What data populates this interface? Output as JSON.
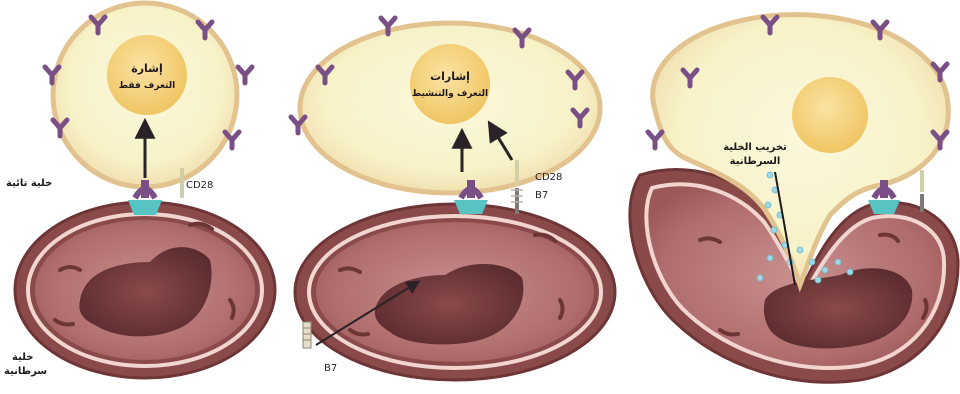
{
  "panels": [
    {
      "nucleus_text": [
        "إشارة",
        "التعرف فقط"
      ],
      "labels": {
        "cd28": "CD28",
        "t_cell": "خلية تائية",
        "cancer_cell": [
          "خلية",
          "سرطانية"
        ]
      }
    },
    {
      "nucleus_text": [
        "إشارات",
        "التعرف والتنشيط"
      ],
      "labels": {
        "cd28": "CD28",
        "b7_membrane": "B7",
        "b7_free": "B7"
      }
    },
    {
      "labels": {
        "destroy": [
          "تخريب الخلية",
          "السرطانية"
        ]
      }
    }
  ],
  "colors": {
    "t_cell_fill": "#f7f2c8",
    "t_cell_rim": "#e6c796",
    "nucleus": "#f5cf72",
    "receptor": "#7a4f86",
    "cancer_outer": "#8b4a4a",
    "cancer_inner": "#b77373",
    "cancer_core": "#5e2e30",
    "cancer_rim": "#f1d6d0",
    "mhc": "#57c3c3",
    "granule": "#9fd7e4"
  }
}
